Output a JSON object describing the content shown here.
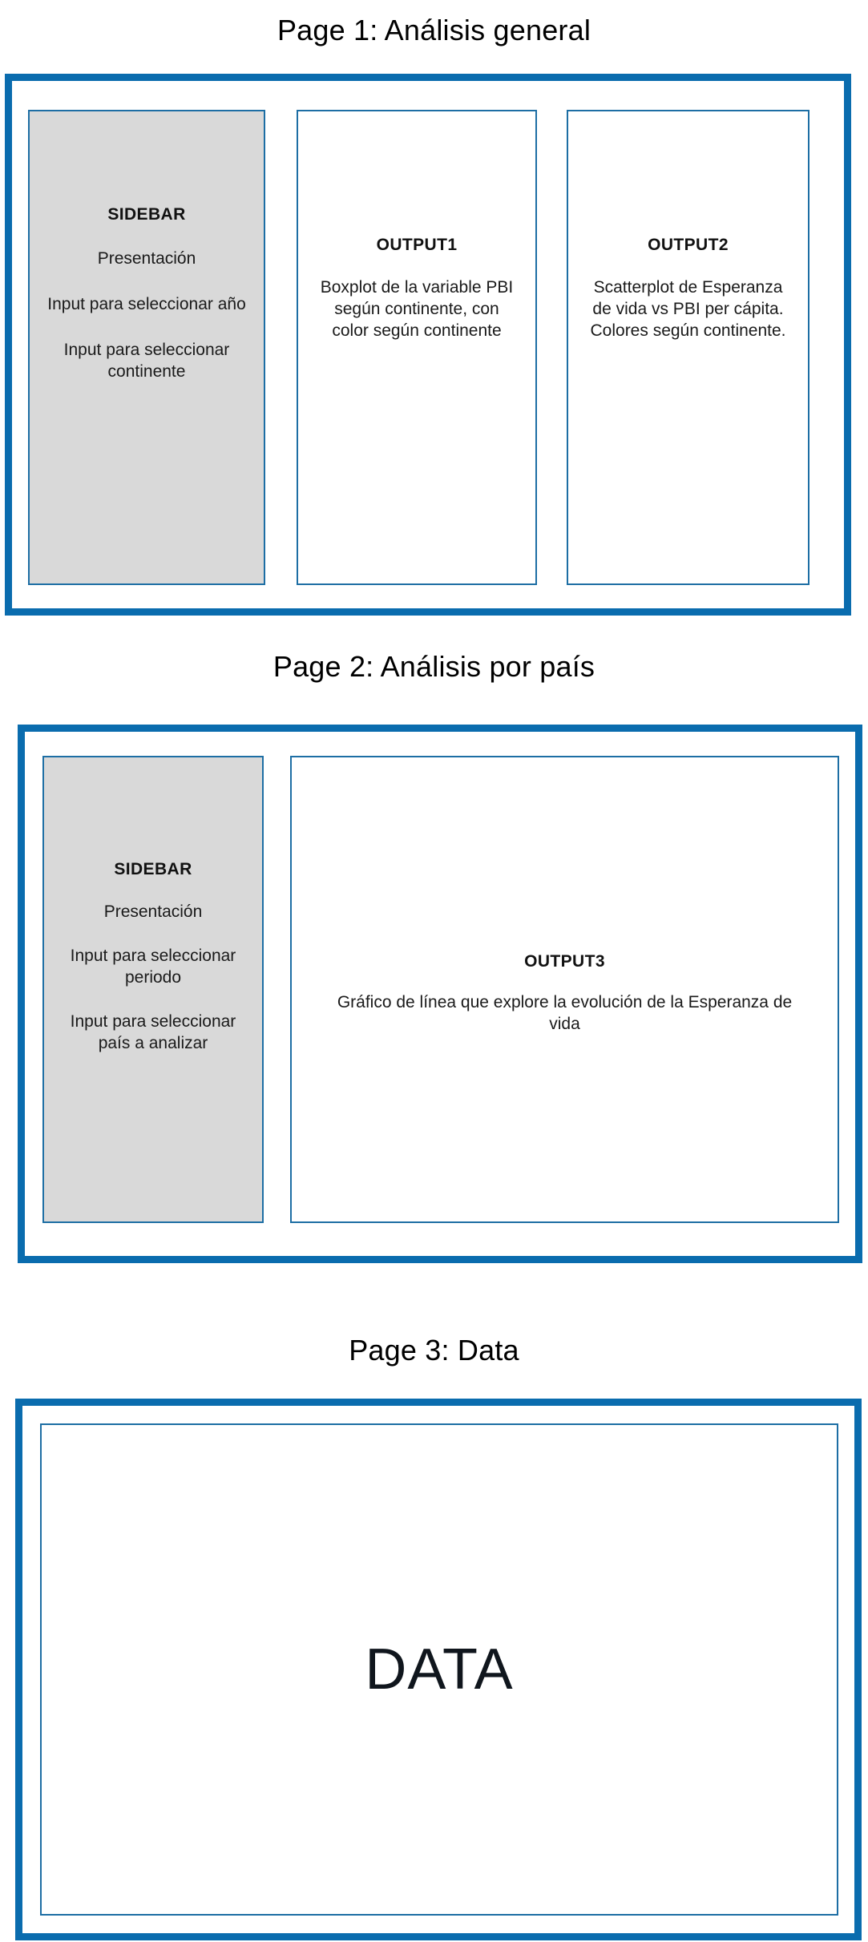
{
  "theme": {
    "frame_blue": "#0a6cae",
    "panel_border_blue": "#1d6ea4",
    "sidebar_fill": "#d9d9d9",
    "page_background": "#ffffff",
    "text_color": "#1a1a1a"
  },
  "pages": [
    {
      "title": "Page 1: Análisis general",
      "panels": [
        {
          "kind": "sidebar",
          "heading": "SIDEBAR",
          "lines": [
            "Presentación",
            "Input para seleccionar año",
            "Input para seleccionar continente"
          ]
        },
        {
          "kind": "output",
          "heading": "OUTPUT1",
          "description": "Boxplot de la variable PBI según continente, con color según continente"
        },
        {
          "kind": "output",
          "heading": "OUTPUT2",
          "description": "Scatterplot de Esperanza de vida vs PBI per cápita. Colores según continente."
        }
      ]
    },
    {
      "title": "Page 2: Análisis por país",
      "panels": [
        {
          "kind": "sidebar",
          "heading": "SIDEBAR",
          "lines": [
            "Presentación",
            "Input para seleccionar periodo",
            "Input para seleccionar país a analizar"
          ]
        },
        {
          "kind": "output",
          "heading": "OUTPUT3",
          "description": "Gráfico de línea que explore la evolución de la Esperanza de vida"
        }
      ]
    },
    {
      "title": "Page 3: Data",
      "panels": [
        {
          "kind": "data",
          "heading": "DATA"
        }
      ]
    }
  ]
}
